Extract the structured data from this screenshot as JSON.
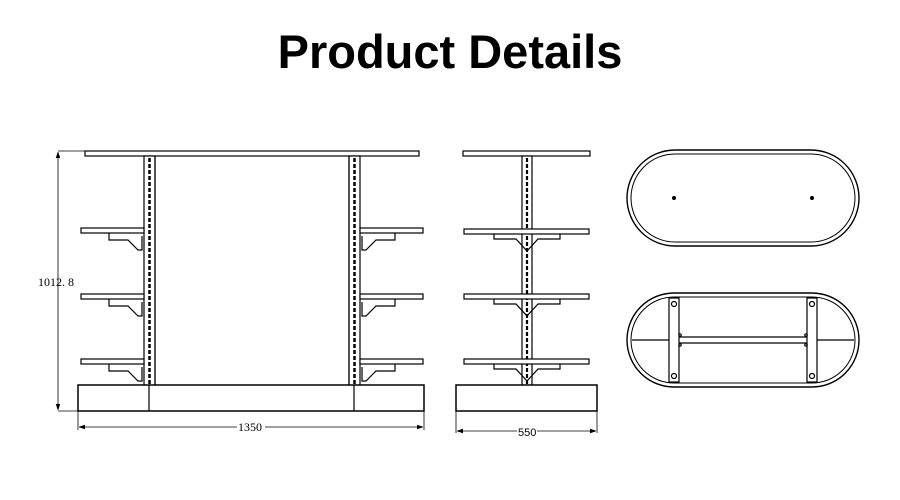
{
  "header": {
    "title": "Product Details"
  },
  "drawings": {
    "front_view": {
      "label": "front-elevation",
      "height_dimension": "1012. 8",
      "width_dimension": "1350"
    },
    "side_view": {
      "label": "side-elevation",
      "width_dimension": "550"
    },
    "top_view": {
      "label": "top-plan"
    },
    "bottom_view": {
      "label": "bottom-plan"
    }
  },
  "colors": {
    "line": "#000000",
    "background": "#ffffff"
  }
}
